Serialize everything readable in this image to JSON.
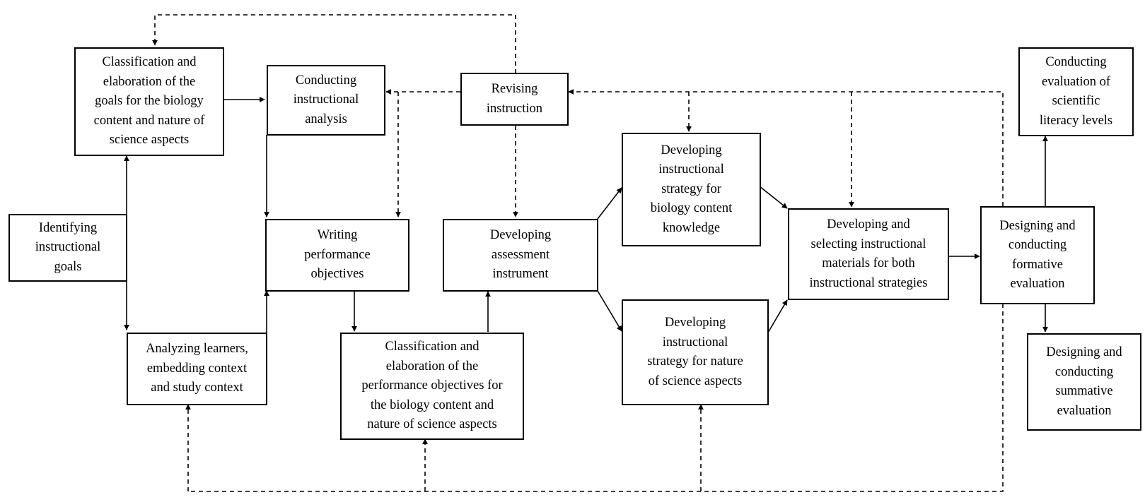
{
  "diagram": {
    "line_color": "#000000",
    "box_border_color": "#000000",
    "background_color": "#ffffff",
    "boxes": {
      "identifying_goals": "Identifying\ninstructional\ngoals",
      "classification_goals": "Classification and\nelaboration of the\ngoals for the biology\ncontent and nature of\nscience aspects",
      "conducting_analysis": "Conducting\ninstructional\nanalysis",
      "revising_instruction": "Revising\ninstruction",
      "writing_objectives": "Writing\nperformance\nobjectives",
      "analyzing_learners": "Analyzing learners,\nembedding context\nand study context",
      "developing_assessment": "Developing\nassessment\ninstrument",
      "classification_objectives": "Classification and\nelaboration of the\nperformance objectives for\nthe biology content and\nnature of science aspects",
      "strategy_biology": "Developing\ninstructional\nstrategy for\nbiology content\nknowledge",
      "strategy_nos": "Developing\ninstructional\nstrategy for nature\nof science aspects",
      "materials": "Developing and\nselecting instructional\nmaterials for both\ninstructional strategies",
      "formative": "Designing and\nconducting\nformative\nevaluation",
      "scientific_literacy": "Conducting\nevaluation of\nscientific\nliteracy levels",
      "summative": "Designing and\nconducting\nsummative\nevaluation"
    }
  }
}
